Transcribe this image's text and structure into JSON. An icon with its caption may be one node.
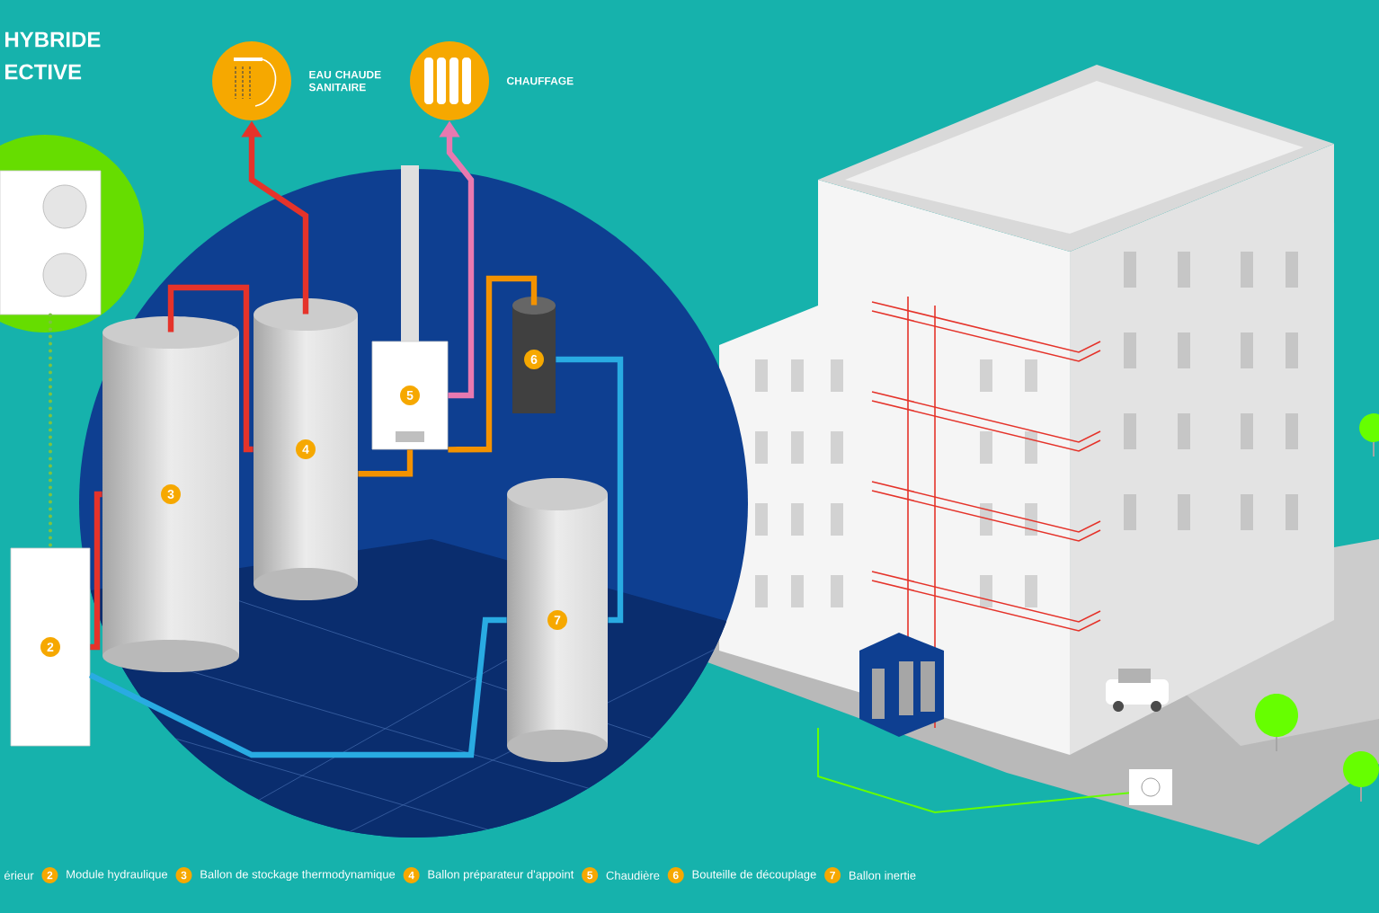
{
  "diagram": {
    "nodes": [
      {
        "text": [],
        "shape": "circle",
        "beside": [
          "EAU CHAUDE SANITAIRE"
        ]
      },
      {
        "text": [],
        "shape": "circle",
        "beside": [
          "CHAUFFAGE"
        ]
      },
      {
        "text": [],
        "shape": "box"
      },
      {
        "text": [
          "2"
        ]
      },
      {
        "text": [
          "3"
        ]
      },
      {
        "text": [
          "4"
        ]
      },
      {
        "text": [
          "5"
        ]
      },
      {
        "text": [
          "6"
        ]
      },
      {
        "text": [
          "7"
        ]
      }
    ],
    "edges": [
      {
        "from": 2,
        "to": 3,
        "arrow": "none",
        "style": "dashed",
        "color": "#7dc241"
      },
      {
        "from": 3,
        "to": 4,
        "arrow": "none"
      },
      {
        "from": 4,
        "to": 5,
        "arrow": "none"
      },
      {
        "from": 5,
        "to": 0,
        "arrow": "to"
      },
      {
        "from": 6,
        "to": 1,
        "arrow": "to",
        "color": "#e879b0"
      },
      {
        "from": 5,
        "to": 6,
        "arrow": "none",
        "color": "#f39200"
      },
      {
        "from": 6,
        "to": 7,
        "arrow": "none",
        "color": "#f39200"
      },
      {
        "from": 7,
        "to": 8,
        "arrow": "none",
        "color": "#29abe2"
      },
      {
        "from": 3,
        "to": 8,
        "arrow": "none",
        "color": "#29abe2"
      }
    ],
    "labels": [
      "HYBRIDE",
      "ECTIVE",
      "érieur",
      "2",
      "Module hydraulique",
      "3",
      "Ballon de stockage thermodynamique",
      "4",
      "Ballon préparateur d'appoint",
      "5",
      "Chaudière",
      "6",
      "Bouteille de découplage",
      "7",
      "Ballon inertie"
    ]
  }
}
